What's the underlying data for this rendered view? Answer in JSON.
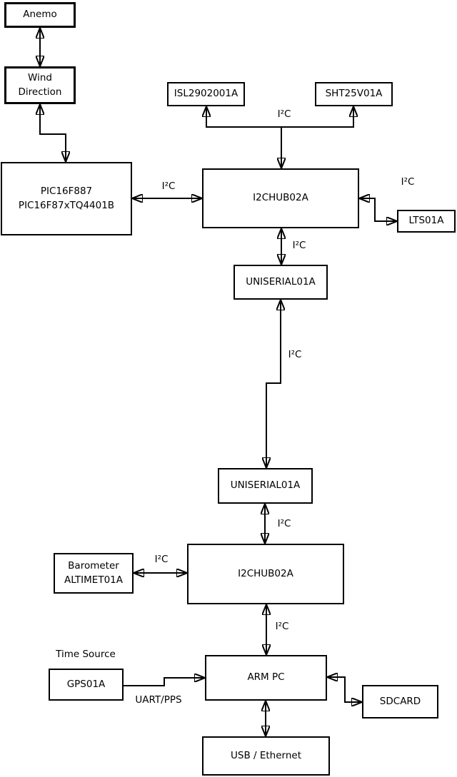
{
  "boxes": {
    "anemo": "Anemo",
    "wind_direction": "Wind\nDirection",
    "pic": "PIC16F887\nPIC16F87xTQ4401B",
    "isl": "ISL2902001A",
    "sht": "SHT25V01A",
    "hub1": "I2CHUB02A",
    "lts": "LTS01A",
    "uniserial1": "UNISERIAL01A",
    "uniserial2": "UNISERIAL01A",
    "hub2": "I2CHUB02A",
    "barometer": "Barometer\nALTIMET01A",
    "gps": "GPS01A",
    "arm_pc": "ARM PC",
    "sdcard": "SDCARD",
    "usb": "USB / Ethernet"
  },
  "labels": {
    "i2c": "I²C",
    "uart_pps": "UART/PPS",
    "time_source": "Time Source"
  },
  "colors": {
    "line": "#000000",
    "background": "#ffffff"
  }
}
